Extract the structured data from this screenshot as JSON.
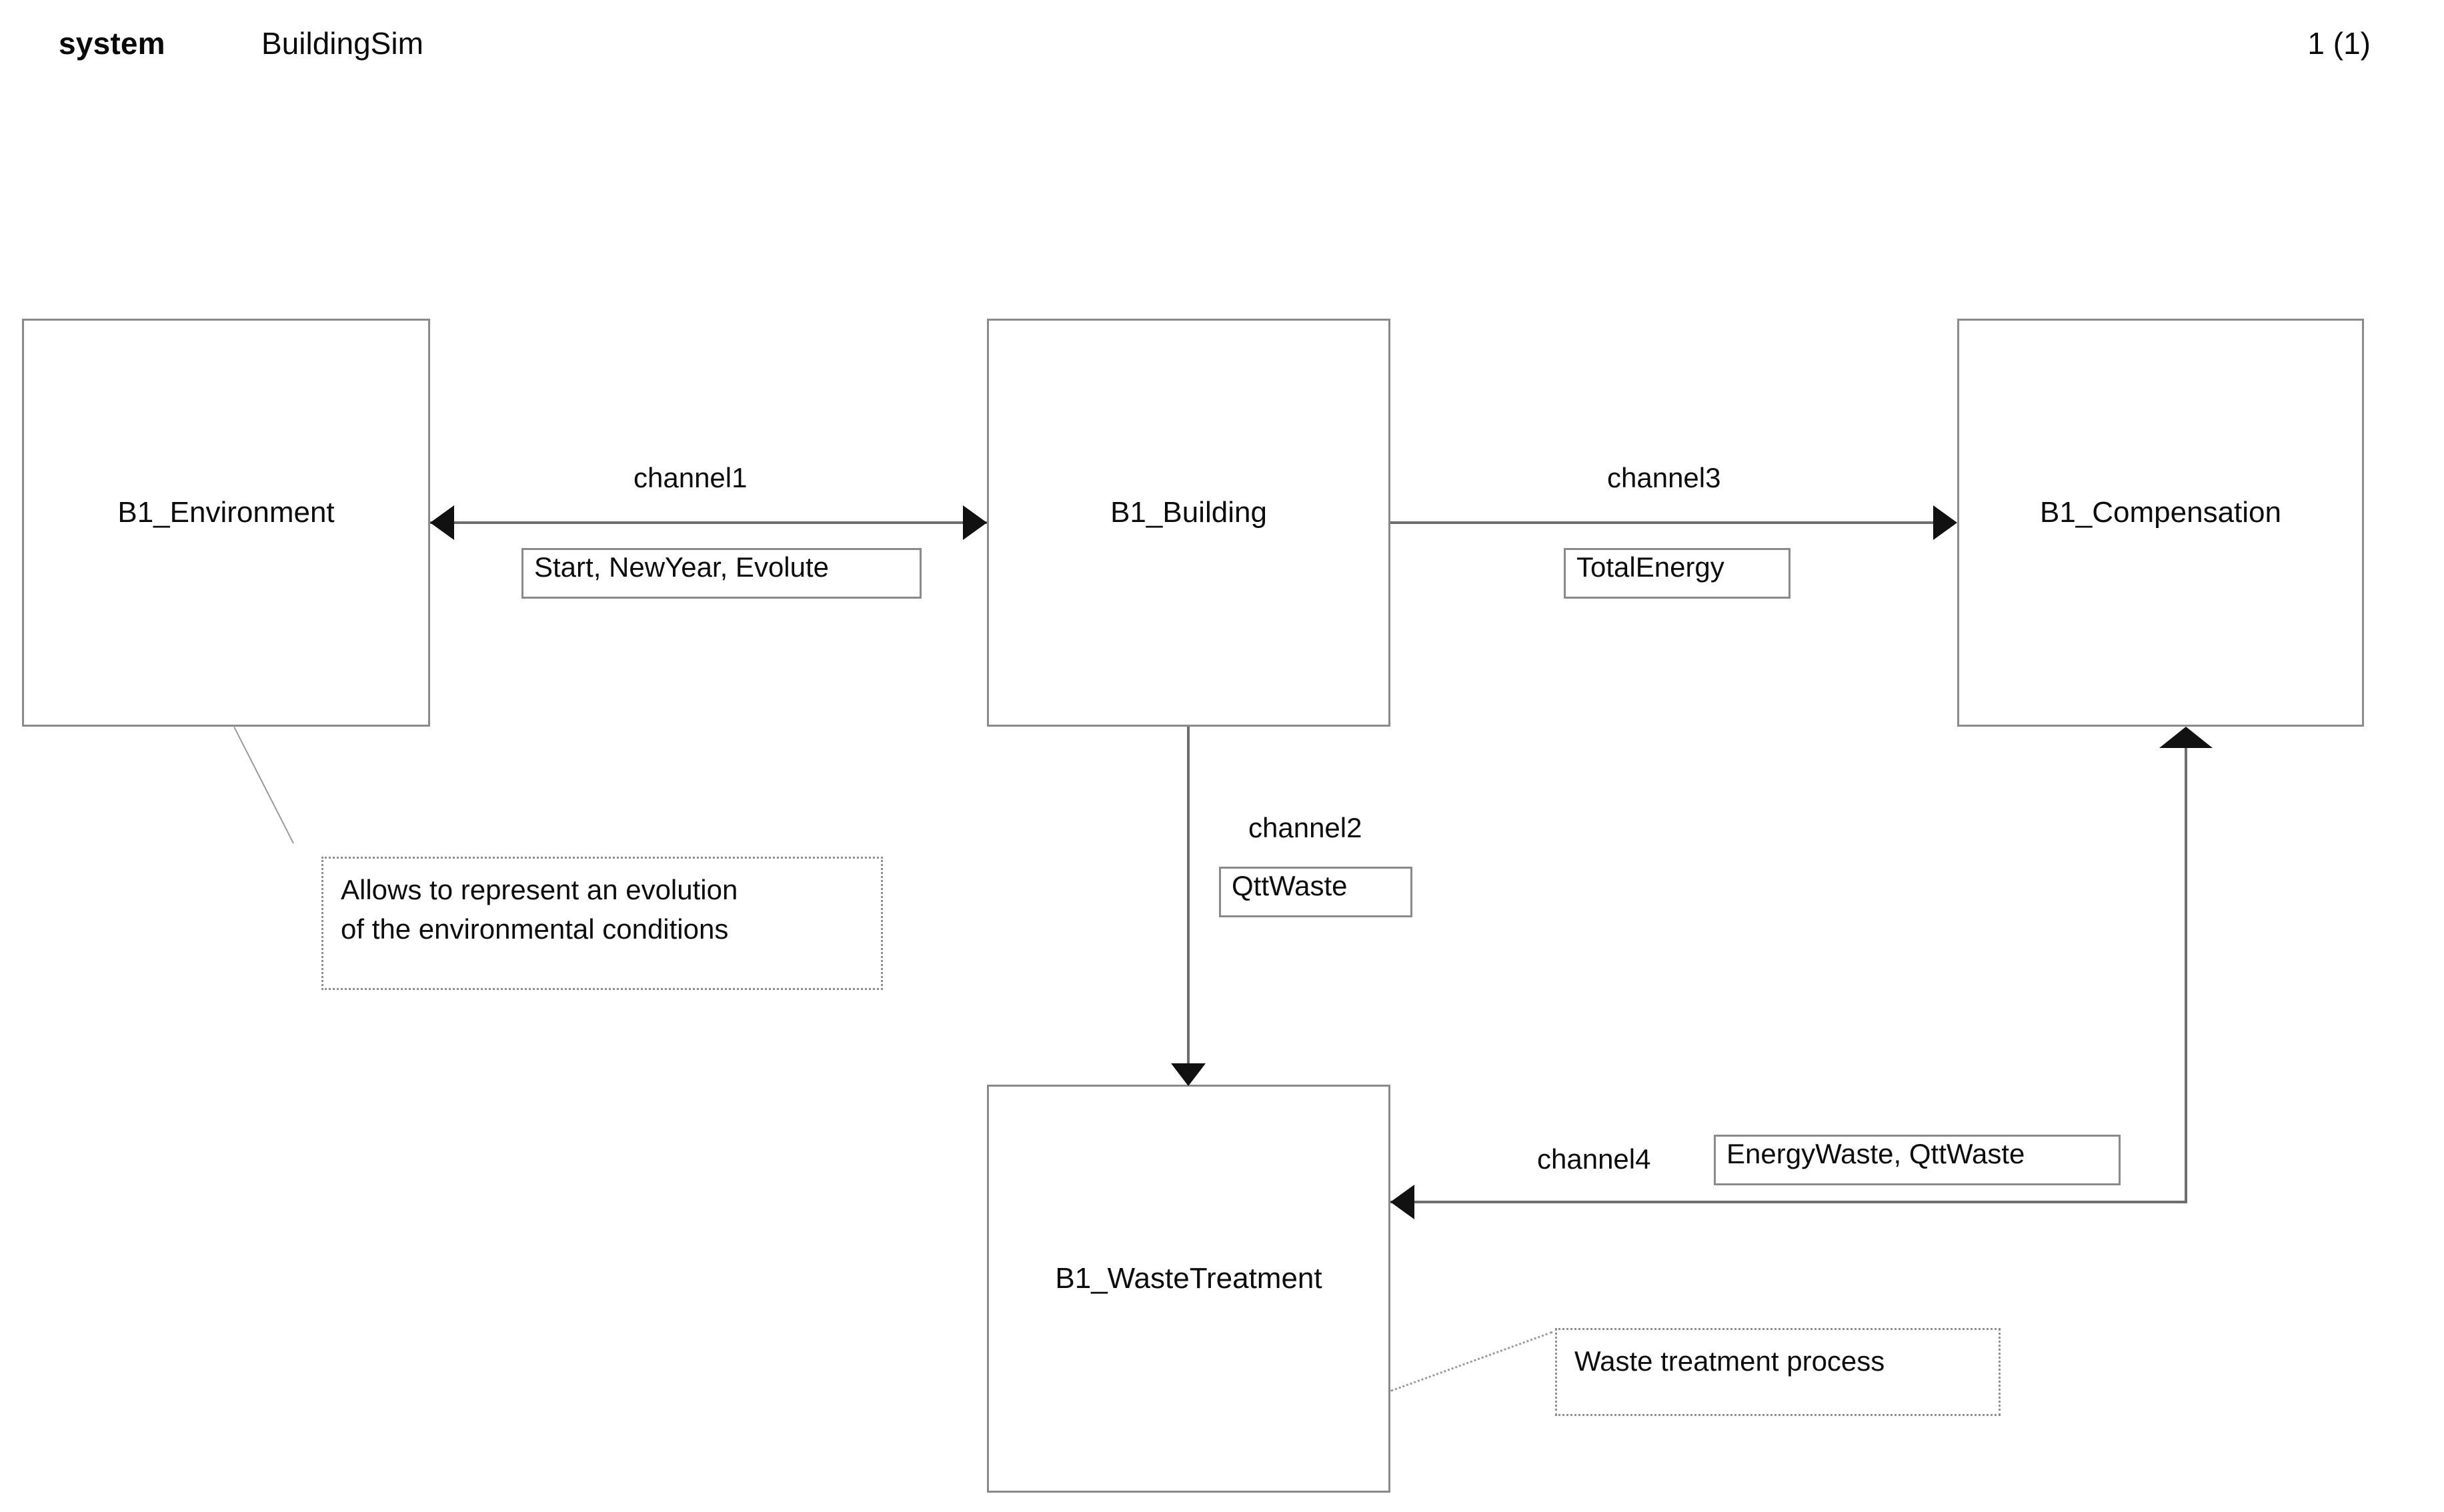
{
  "header": {
    "kind": "system",
    "title": "BuildingSim",
    "page": "1 (1)"
  },
  "blocks": [
    {
      "id": "environment",
      "label": "B1_Environment"
    },
    {
      "id": "building",
      "label": "B1_Building"
    },
    {
      "id": "compensation",
      "label": "B1_Compensation"
    },
    {
      "id": "wastetreatment",
      "label": "B1_WasteTreatment"
    }
  ],
  "channels": [
    {
      "id": "channel1",
      "name": "channel1",
      "signals": "Start, NewYear, Evolute",
      "from": "B1_Environment",
      "to": "B1_Building",
      "direction": "bidirectional",
      "orientation": "horizontal"
    },
    {
      "id": "channel2",
      "name": "channel2",
      "signals": "QttWaste",
      "from": "B1_Building",
      "to": "B1_WasteTreatment",
      "direction": "unidirectional",
      "orientation": "vertical"
    },
    {
      "id": "channel3",
      "name": "channel3",
      "signals": "TotalEnergy",
      "from": "B1_Building",
      "to": "B1_Compensation",
      "direction": "unidirectional",
      "orientation": "horizontal"
    },
    {
      "id": "channel4",
      "name": "channel4",
      "signals": "EnergyWaste, QttWaste",
      "from": "B1_Compensation",
      "to": "B1_WasteTreatment",
      "direction": "bidirectional",
      "orientation": "elbow"
    }
  ],
  "notes": [
    {
      "id": "environment-note",
      "line1": "Allows to represent an evolution",
      "line2": "of the environmental conditions",
      "attached_to": "B1_Environment"
    },
    {
      "id": "wastetreatment-note",
      "line1": "Waste treatment process",
      "line2": "",
      "attached_to": "B1_WasteTreatment"
    }
  ],
  "colors": {
    "block_border": "#8a8a8a",
    "connector": "#6e6e6e",
    "arrowhead": "#111111",
    "note_border": "#8f8f8f",
    "text": "#0d0d0d",
    "background": "#ffffff"
  }
}
